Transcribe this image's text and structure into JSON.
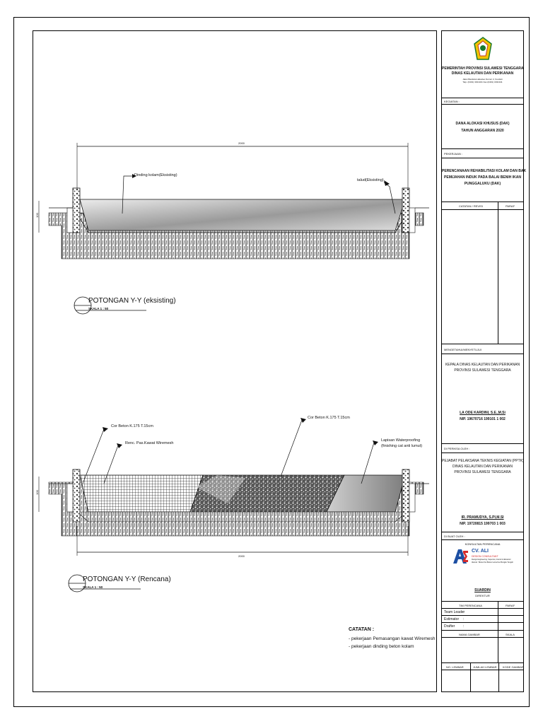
{
  "section1": {
    "title": "POTONGAN Y-Y (eksisting)",
    "scale": "SKALA 1 : 50",
    "dim_top": "2000",
    "dim_left": "100",
    "label_wall": "Dinding kolam(Eksisting)",
    "label_talud": "talud(Eksisting)"
  },
  "section2": {
    "title": "POTONGAN Y-Y (Rencana)",
    "scale": "SKALA 1 : 50",
    "dim_bottom": "2000",
    "dim_left": "100",
    "label_cor1": "Cor Beton K.175 T.15cm",
    "label_wiremesh": "Renc. Pas.Kawat Wiremesh",
    "label_cor2": "Cor Beton K.175 T.15cm",
    "label_lapisan1": "Lapisan Waterproofing",
    "label_lapisan2": "(finishing cat anti lumut)"
  },
  "notes": {
    "heading": "CATATAN :",
    "items": [
      "- pekerjaan Pemasangan kawat Wiremesh",
      "- pekerjaan dinding beton kolam"
    ]
  },
  "titleblock": {
    "gov_line1": "PEMERINTAH PROVINSI SULAWESI TENGGARA",
    "gov_line2": "DINAS KELAUTAN DAN PERIKANAN",
    "address1": "Jalan Bandara Haluoleo Nomor 2, Kendari",
    "address2": "Telp. (0401) 3191341 Fax.(0401) 3191341",
    "kegiatan_label": "KEGIATAN :",
    "kegiatan_line1": "DANA ALOKASI KHUSUS (DAK)",
    "kegiatan_line2": "TAHUN ANGGARAN 2020",
    "pekerjaan_label": "PEKERJAAN :",
    "pekerjaan_line1": "PERENCANAAN REHABILITASI KOLAM DAN BAK",
    "pekerjaan_line2": "PEMIJAHAN INDUK PADA BALAI BENIH IKAN",
    "pekerjaan_line3": "PUNGGALUKU (DAK)",
    "catatan_label": "CATATAN / REVISI",
    "paraf_label": "PARAF",
    "mengetahui_label": "MENGETAHUI/MENYETUJUI",
    "kepala_line1": "KEPALA DINAS KELAUTAN DAN PERIKANAN",
    "kepala_line2": "PROVINSI SULAWESI TENGGARA",
    "kepala_name": "LA ODE KARDINI, S.E.,M.Si",
    "kepala_nip": "NIP. 19670716 199101 1 002",
    "diperiksa_label": "DI PERIKSA OLEH :",
    "pptk_line1": "PEJABAT PELAKSANA TEKNIS KEGIATAN (PPTK)",
    "pptk_line2": "DINAS KELAUTAN DAN PERIKANAN",
    "pptk_line3": "PROVINSI SULAWESI TENGGARA",
    "pptk_name": "IR. PRAMUDYA, S.PI,M.SI",
    "pptk_nip": "NIP. 19720815 199703 1 003",
    "dibuat_label": "DI BUAT OLEH :",
    "konsultan_label": "KONSULTAN PERENCANA",
    "company_name": "CV. ALI",
    "company_sub1": "DESIGN CONSULTANT",
    "company_sub2": "Design Engineering, Supervisi, Interior & Eksterior",
    "company_sub3": "Alamat : Bosso Kel.Bosso Lama Kec.Bungku Tengah",
    "director_name": "SUARDIN",
    "director_title": "DIREKTUR",
    "tim_label": "TIM PERENCANA",
    "tim_paraf": "PARAF",
    "team_leader": "Team Leader",
    "estimator": "Estimator",
    "drafter": "Drafter",
    "colon": ":",
    "nama_gambar": "NAMA GAMBAR",
    "skala": "SKALA",
    "no_lembar": "NO. LEMBAR",
    "jumlah_lembar": "JUMLAH LEMBAR",
    "kode_gambar": "KODE GAMBAR"
  },
  "colors": {
    "water_light": "#e6e6e6",
    "water_dark": "#8a8a8a",
    "ink": "#111111"
  }
}
